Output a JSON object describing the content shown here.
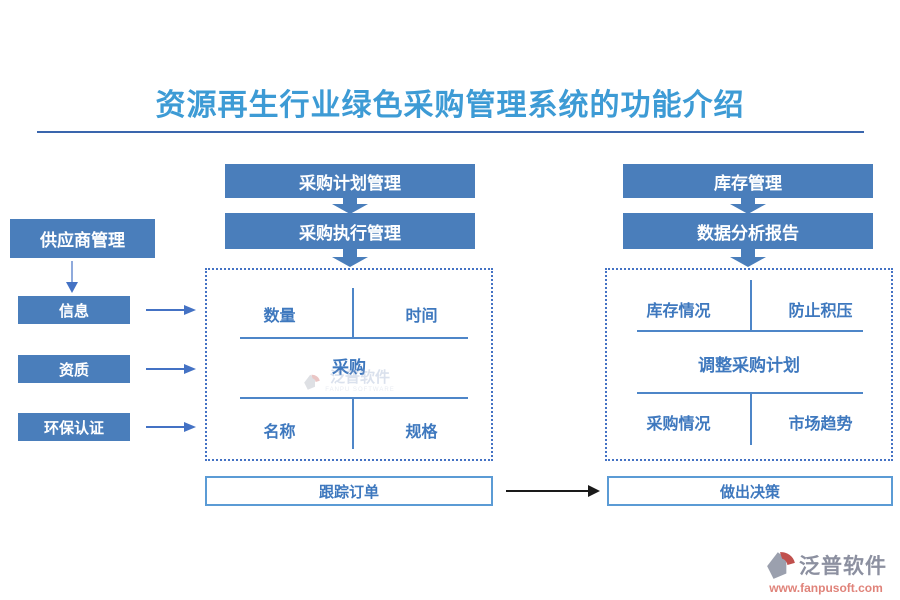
{
  "title": "资源再生行业绿色采购管理系统的功能介绍",
  "supplier": {
    "header": "供应商管理",
    "items": [
      "信息",
      "资质",
      "环保认证"
    ]
  },
  "procurement": {
    "plan_box": "采购计划管理",
    "exec_box": "采购执行管理",
    "panel": {
      "top_left": "数量",
      "top_right": "时间",
      "center": "采购",
      "bottom_left": "名称",
      "bottom_right": "规格"
    },
    "footer": "跟踪订单"
  },
  "inventory": {
    "stock_box": "库存管理",
    "report_box": "数据分析报告",
    "panel": {
      "top_left": "库存情况",
      "top_right": "防止积压",
      "center": "调整采购计划",
      "bottom_left": "采购情况",
      "bottom_right": "市场趋势"
    },
    "footer": "做出决策"
  },
  "watermark": {
    "text": "泛普软件",
    "subtext": "FANPU SOFTWARE"
  },
  "brand": {
    "name": "泛普软件",
    "url": "www.fanpusoft.com"
  },
  "colors": {
    "box_blue": "#4A7EBB",
    "title_blue": "#3D9BD5",
    "rule_blue": "#3A66AD",
    "label_blue": "#3E78BE",
    "dotted_blue": "#4472C4",
    "brand_gray": "#8C90A0",
    "brand_red": "#E0837A"
  }
}
